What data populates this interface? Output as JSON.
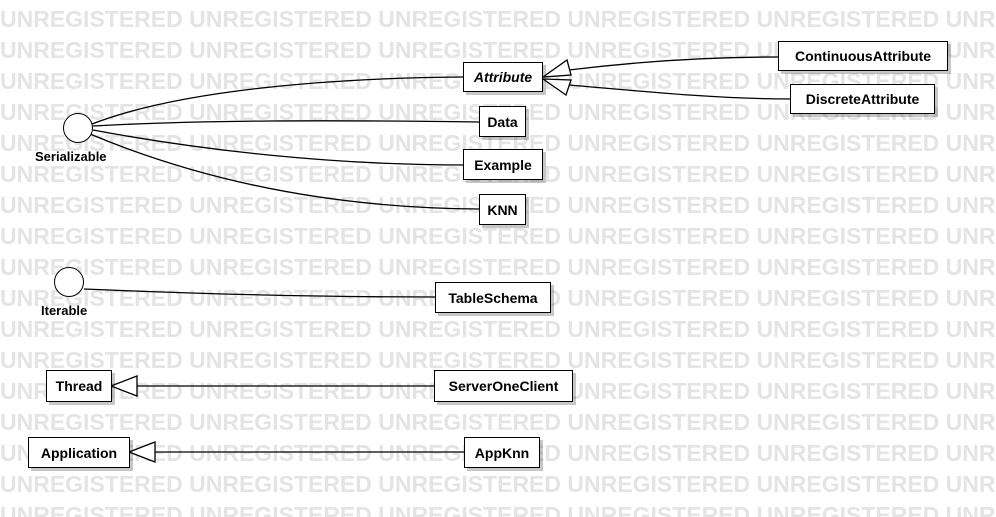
{
  "watermark_text": "UNREGISTERED",
  "interfaces": {
    "serializable": "Serializable",
    "iterable": "Iterable"
  },
  "classes": {
    "attribute": "Attribute",
    "continuous_attribute": "ContinuousAttribute",
    "discrete_attribute": "DiscreteAttribute",
    "data": "Data",
    "example": "Example",
    "knn": "KNN",
    "table_schema": "TableSchema",
    "thread": "Thread",
    "server_one_client": "ServerOneClient",
    "application": "Application",
    "app_knn": "AppKnn"
  },
  "relations": [
    {
      "from": "Attribute",
      "to": "Serializable",
      "kind": "realization"
    },
    {
      "from": "Data",
      "to": "Serializable",
      "kind": "realization"
    },
    {
      "from": "Example",
      "to": "Serializable",
      "kind": "realization"
    },
    {
      "from": "KNN",
      "to": "Serializable",
      "kind": "realization"
    },
    {
      "from": "TableSchema",
      "to": "Iterable",
      "kind": "realization"
    },
    {
      "from": "ContinuousAttribute",
      "to": "Attribute",
      "kind": "generalization"
    },
    {
      "from": "DiscreteAttribute",
      "to": "Attribute",
      "kind": "generalization"
    },
    {
      "from": "ServerOneClient",
      "to": "Thread",
      "kind": "generalization"
    },
    {
      "from": "AppKnn",
      "to": "Application",
      "kind": "generalization"
    }
  ],
  "colors": {
    "background": "#ffffff",
    "line": "#000000",
    "watermark": "#e4e4e4"
  }
}
